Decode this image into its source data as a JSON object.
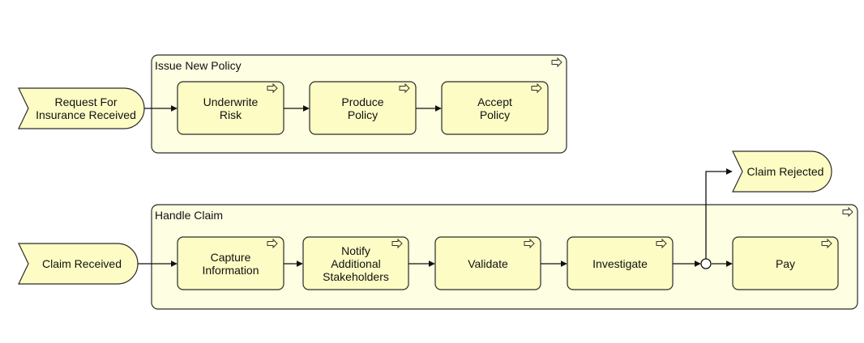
{
  "colors": {
    "fill": "#fdfcc4",
    "group_fill": "#fefee2",
    "stroke": "#2b2b2b"
  },
  "groups": [
    {
      "title": "Issue New Policy"
    },
    {
      "title": "Handle Claim"
    }
  ],
  "events": [
    {
      "label": "Request For\nInsurance Received"
    },
    {
      "label": "Claim Received"
    },
    {
      "label": "Claim Rejected"
    }
  ],
  "processes": [
    {
      "label": "Underwrite\nRisk",
      "icon": "process-arrow-icon"
    },
    {
      "label": "Produce\nPolicy",
      "icon": "process-arrow-icon"
    },
    {
      "label": "Accept\nPolicy",
      "icon": "process-arrow-icon"
    },
    {
      "label": "Capture\nInformation",
      "icon": "process-arrow-icon"
    },
    {
      "label": "Notify\nAdditional\nStakeholders",
      "icon": "process-arrow-icon"
    },
    {
      "label": "Validate",
      "icon": "process-arrow-icon"
    },
    {
      "label": "Investigate",
      "icon": "process-arrow-icon"
    },
    {
      "label": "Pay",
      "icon": "process-arrow-icon"
    }
  ]
}
